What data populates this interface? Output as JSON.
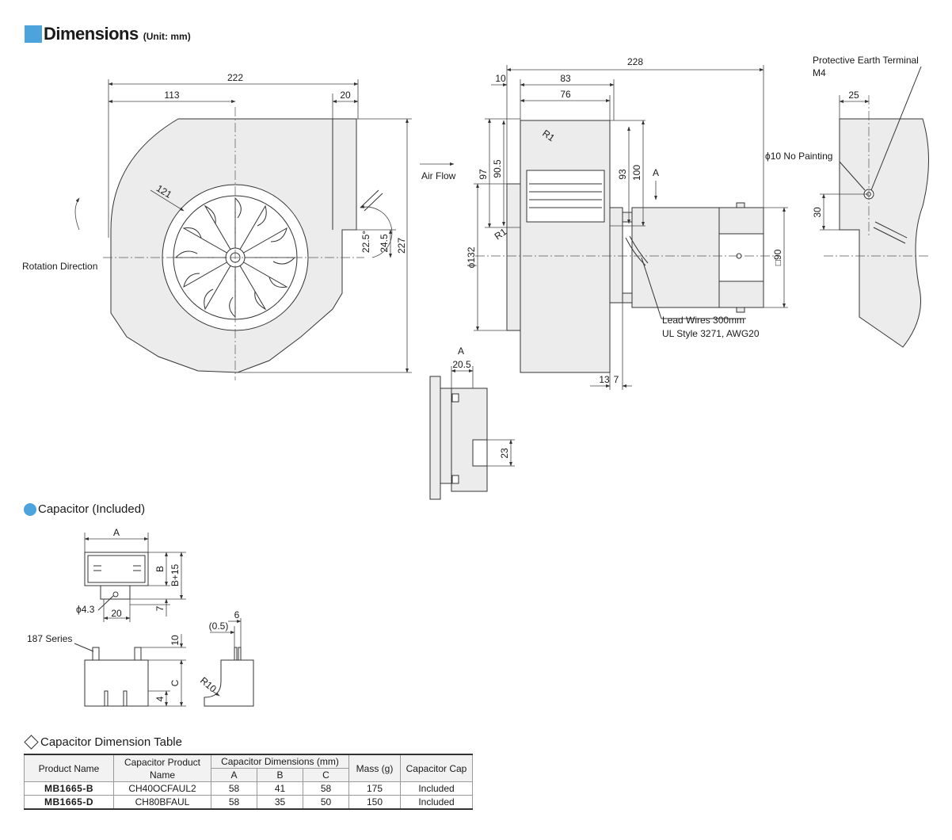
{
  "header": {
    "title": "Dimensions",
    "unit": "(Unit: mm)"
  },
  "front_view": {
    "dim_overall_width": "222",
    "dim_center": "113",
    "dim_outlet": "20",
    "dim_height": "227",
    "dim_245": "24.5",
    "dim_225": "22.5°",
    "dim_121": "121",
    "rotation_label": "Rotation Direction"
  },
  "side_view": {
    "dim_228": "228",
    "dim_10": "10",
    "dim_83": "83",
    "dim_76": "76",
    "dim_97": "97",
    "dim_905": "90.5",
    "dim_93": "93",
    "dim_100": "100",
    "dim_132": "ϕ132",
    "dim_90": "□90",
    "dim_13": "13",
    "dim_7": "7",
    "r1_top": "R1",
    "r1_bottom": "R1",
    "arrow_a": "A",
    "airflow_label": "Air Flow",
    "lead_wires_1": "Lead Wires 300mm",
    "lead_wires_2": "UL Style 3271, AWG20"
  },
  "terminal_view": {
    "label_1": "Protective Earth Terminal",
    "label_2": "M4",
    "dim_25": "25",
    "dim_30": "30",
    "phi10": "ϕ10  No Painting"
  },
  "view_a": {
    "label": "A",
    "dim_205": "20.5",
    "dim_23": "23"
  },
  "capacitor": {
    "title": "Capacitor (Included)",
    "dim_a": "A",
    "dim_b": "B",
    "dim_b15": "B+15",
    "dim_phi43": "ϕ4.3",
    "dim_20": "20",
    "dim_7": "7",
    "series_label": "187 Series",
    "dim_10": "10",
    "dim_c": "C",
    "dim_4": "4",
    "dim_05": "(0.5)",
    "dim_6": "6",
    "dim_r10": "R10"
  },
  "table": {
    "title": "Capacitor Dimension Table",
    "headers": {
      "product": "Product Name",
      "cap_product": "Capacitor Product Name",
      "cap_dims": "Capacitor Dimensions (mm)",
      "a": "A",
      "b": "B",
      "c": "C",
      "mass": "Mass (g)",
      "cap": "Capacitor Cap"
    },
    "rows": [
      {
        "product": "MB1665-B",
        "cap_product": "CH40OCFAUL2",
        "a": "58",
        "b": "41",
        "c": "58",
        "mass": "175",
        "cap": "Included"
      },
      {
        "product": "MB1665-D",
        "cap_product": "CH80BFAUL",
        "a": "58",
        "b": "35",
        "c": "50",
        "mass": "150",
        "cap": "Included"
      }
    ]
  }
}
